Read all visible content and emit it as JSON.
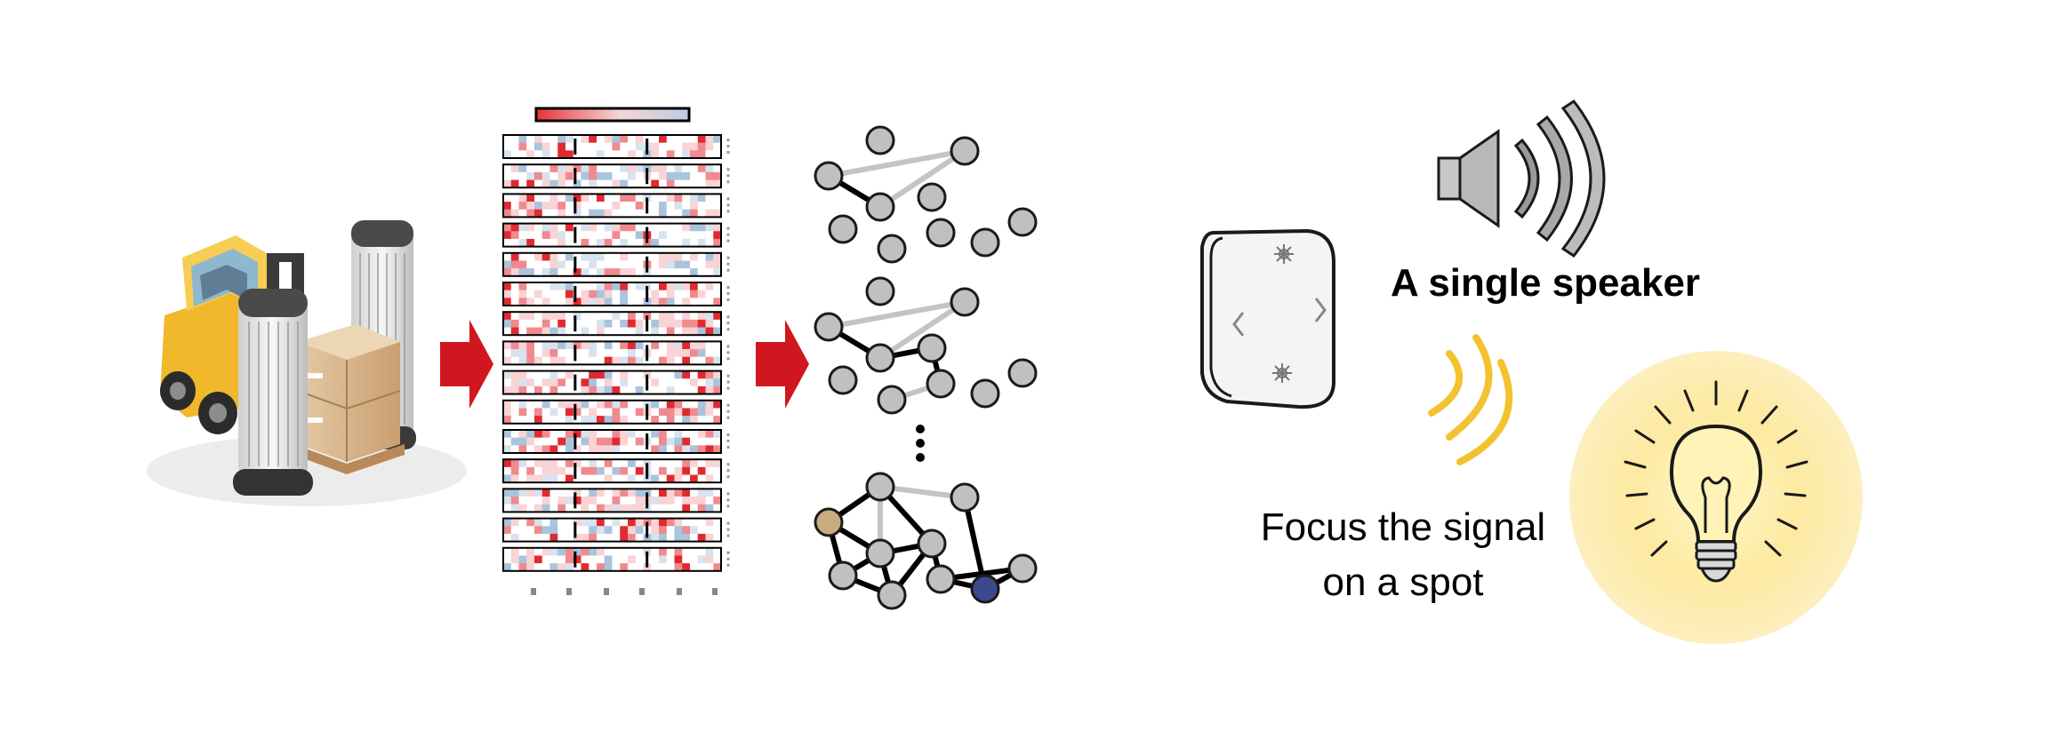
{
  "labels": {
    "speaker_caption": "A single speaker",
    "focus_line1": "Focus the signal",
    "focus_line2": "on a spot"
  },
  "colors": {
    "arrow": "#d0161e",
    "heat_red": "#e8343a",
    "heat_blue": "#a9c4dc",
    "node_fill": "#c0c0c0",
    "node_tan": "#c9ab7e",
    "node_navy": "#3a4a8c",
    "wave_yellow": "#f2c230",
    "glow_yellow": "#fbe28a"
  },
  "icons": {
    "reader": "rfid-gate-forklift-icon",
    "speaker": "speaker-icon",
    "remote": "remote-control-icon",
    "bulb": "light-bulb-icon"
  }
}
